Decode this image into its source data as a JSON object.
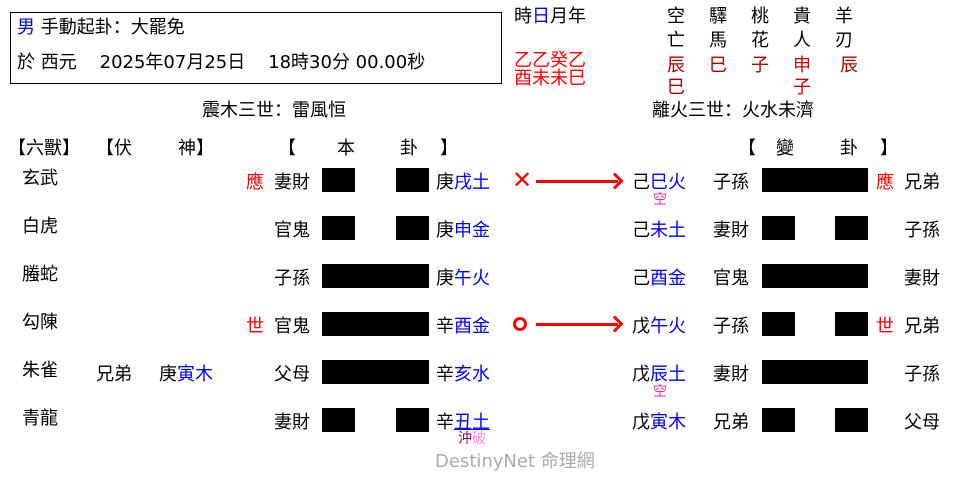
{
  "header": {
    "gender": "男",
    "method": "手動起卦：大罷免",
    "date_prefix": "於 西元",
    "date": "2025年07月25日",
    "time": "18時30分 00.00秒"
  },
  "pillars": {
    "labels": [
      "時",
      "日",
      "月",
      "年"
    ],
    "stems": "乙乙癸乙",
    "branches": "酉未未巳"
  },
  "shensha": [
    {
      "name1": "空",
      "name2": "亡",
      "values": [
        "辰",
        "巳"
      ]
    },
    {
      "name1": "驛",
      "name2": "馬",
      "values": [
        "巳"
      ]
    },
    {
      "name1": "桃",
      "name2": "花",
      "values": [
        "子"
      ]
    },
    {
      "name1": "貴",
      "name2": "人",
      "values": [
        "申",
        "子"
      ]
    },
    {
      "name1": "羊",
      "name2": "刃",
      "values": [
        "辰"
      ]
    }
  ],
  "hexagrams": {
    "main_title": "震木三世：雷風恒",
    "changed_title": "離火三世：火水未濟"
  },
  "columns": {
    "six_beasts": "【六獸】",
    "hidden_open": "【伏",
    "hidden_close": "神】",
    "main_open": "【",
    "main_c1": "本",
    "main_c2": "卦",
    "main_close": "】",
    "changed_open": "【",
    "changed_c1": "變",
    "changed_c2": "卦",
    "changed_close": "】"
  },
  "lines": [
    {
      "beast": "玄武",
      "hidden_rel": "",
      "hidden_stem": "",
      "hidden_branch": "",
      "marker": "應",
      "relation": "妻財",
      "yang": false,
      "stem": "庚",
      "branch": "戌土",
      "moving": "x",
      "c_stem": "己",
      "c_branch": "巳火",
      "c_note": "空",
      "c_relation": "子孫",
      "c_yang": true,
      "c_marker": "應",
      "c_right": "兄弟"
    },
    {
      "beast": "白虎",
      "hidden_rel": "",
      "hidden_stem": "",
      "hidden_branch": "",
      "marker": "",
      "relation": "官鬼",
      "yang": false,
      "stem": "庚",
      "branch": "申金",
      "moving": "",
      "c_stem": "己",
      "c_branch": "未土",
      "c_note": "",
      "c_relation": "妻財",
      "c_yang": false,
      "c_marker": "",
      "c_right": "子孫"
    },
    {
      "beast": "螣蛇",
      "hidden_rel": "",
      "hidden_stem": "",
      "hidden_branch": "",
      "marker": "",
      "relation": "子孫",
      "yang": true,
      "stem": "庚",
      "branch": "午火",
      "moving": "",
      "c_stem": "己",
      "c_branch": "酉金",
      "c_note": "",
      "c_relation": "官鬼",
      "c_yang": true,
      "c_marker": "",
      "c_right": "妻財"
    },
    {
      "beast": "勾陳",
      "hidden_rel": "",
      "hidden_stem": "",
      "hidden_branch": "",
      "marker": "世",
      "relation": "官鬼",
      "yang": true,
      "stem": "辛",
      "branch": "酉金",
      "moving": "o",
      "c_stem": "戊",
      "c_branch": "午火",
      "c_note": "",
      "c_relation": "子孫",
      "c_yang": false,
      "c_marker": "世",
      "c_right": "兄弟"
    },
    {
      "beast": "朱雀",
      "hidden_rel": "兄弟",
      "hidden_stem": "庚",
      "hidden_branch": "寅木",
      "marker": "",
      "relation": "父母",
      "yang": true,
      "stem": "辛",
      "branch": "亥水",
      "moving": "",
      "c_stem": "戊",
      "c_branch": "辰土",
      "c_note": "空",
      "c_relation": "妻財",
      "c_yang": true,
      "c_marker": "",
      "c_right": "子孫"
    },
    {
      "beast": "青龍",
      "hidden_rel": "",
      "hidden_stem": "",
      "hidden_branch": "",
      "marker": "",
      "relation": "妻財",
      "yang": false,
      "stem": "辛",
      "branch": "丑土",
      "branch_note1": "沖",
      "branch_note2": "破",
      "moving": "",
      "c_stem": "戊",
      "c_branch": "寅木",
      "c_note": "",
      "c_relation": "兄弟",
      "c_yang": false,
      "c_marker": "",
      "c_right": "父母"
    }
  ],
  "watermark": "DestinyNet 命理網",
  "colors": {
    "branch": "#0000ff",
    "marker": "#ff0000",
    "shensha": "#aa0000",
    "void": "#ff3399"
  }
}
